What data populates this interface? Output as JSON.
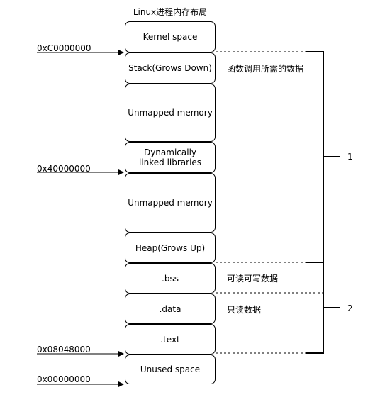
{
  "title": "Linux进程内存布局",
  "blocks": {
    "kernel": "Kernel space",
    "stack": "Stack(Grows Down)",
    "unmapped1": "Unmapped memory",
    "dynlib": "Dynamically linked libraries",
    "unmapped2": "Unmapped memory",
    "heap": "Heap(Grows Up)",
    "bss": ".bss",
    "data": ".data",
    "text": ".text",
    "unused": "Unused space"
  },
  "addresses": {
    "a1": "0xC0000000",
    "a2": "0x40000000",
    "a3": "0x08048000",
    "a4": "0x00000000"
  },
  "notes": {
    "stack_note": "函数调用所需的数据",
    "bss_note": "可读可写数据",
    "data_note": "只读数据"
  },
  "braces": {
    "b1": "1",
    "b2": "2"
  }
}
